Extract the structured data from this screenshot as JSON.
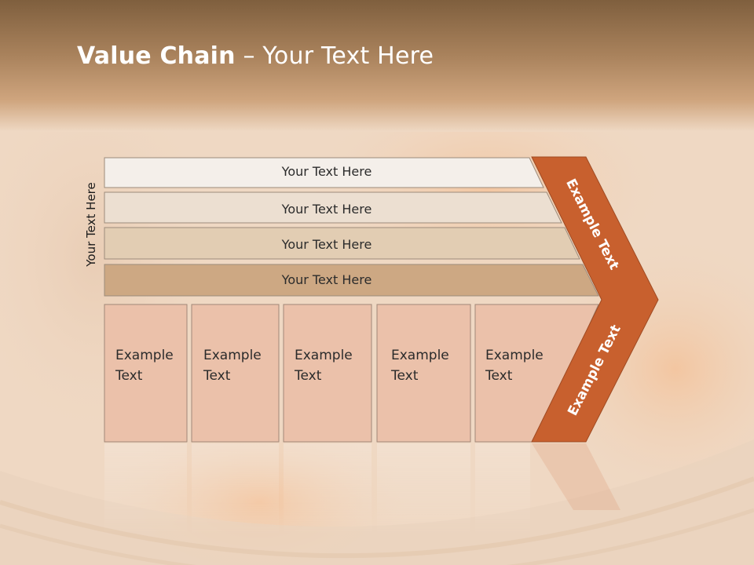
{
  "title": {
    "bold": "Value Chain",
    "rest": " – Your Text Here"
  },
  "side_label": "Your Text Here",
  "rows": [
    "Your Text Here",
    "Your Text Here",
    "Your Text Here",
    "Your Text Here"
  ],
  "boxes": [
    {
      "line1": "Example",
      "line2": "Text"
    },
    {
      "line1": "Example",
      "line2": "Text"
    },
    {
      "line1": "Example",
      "line2": "Text"
    },
    {
      "line1": "Example",
      "line2": "Text"
    },
    {
      "line1": "Example",
      "line2": "Text"
    }
  ],
  "arrow": {
    "upper": "Example Text",
    "lower": "Example Text"
  },
  "colors": {
    "header_top": "#7f5f3e",
    "header_bottom": "#c8a079",
    "background": "#f1dcc8",
    "row_fills": [
      "#f4efea",
      "#ecdfd1",
      "#e2cdb3",
      "#cda883"
    ],
    "box_fill": "#ebc1aa",
    "arrow": "#c8602e"
  }
}
